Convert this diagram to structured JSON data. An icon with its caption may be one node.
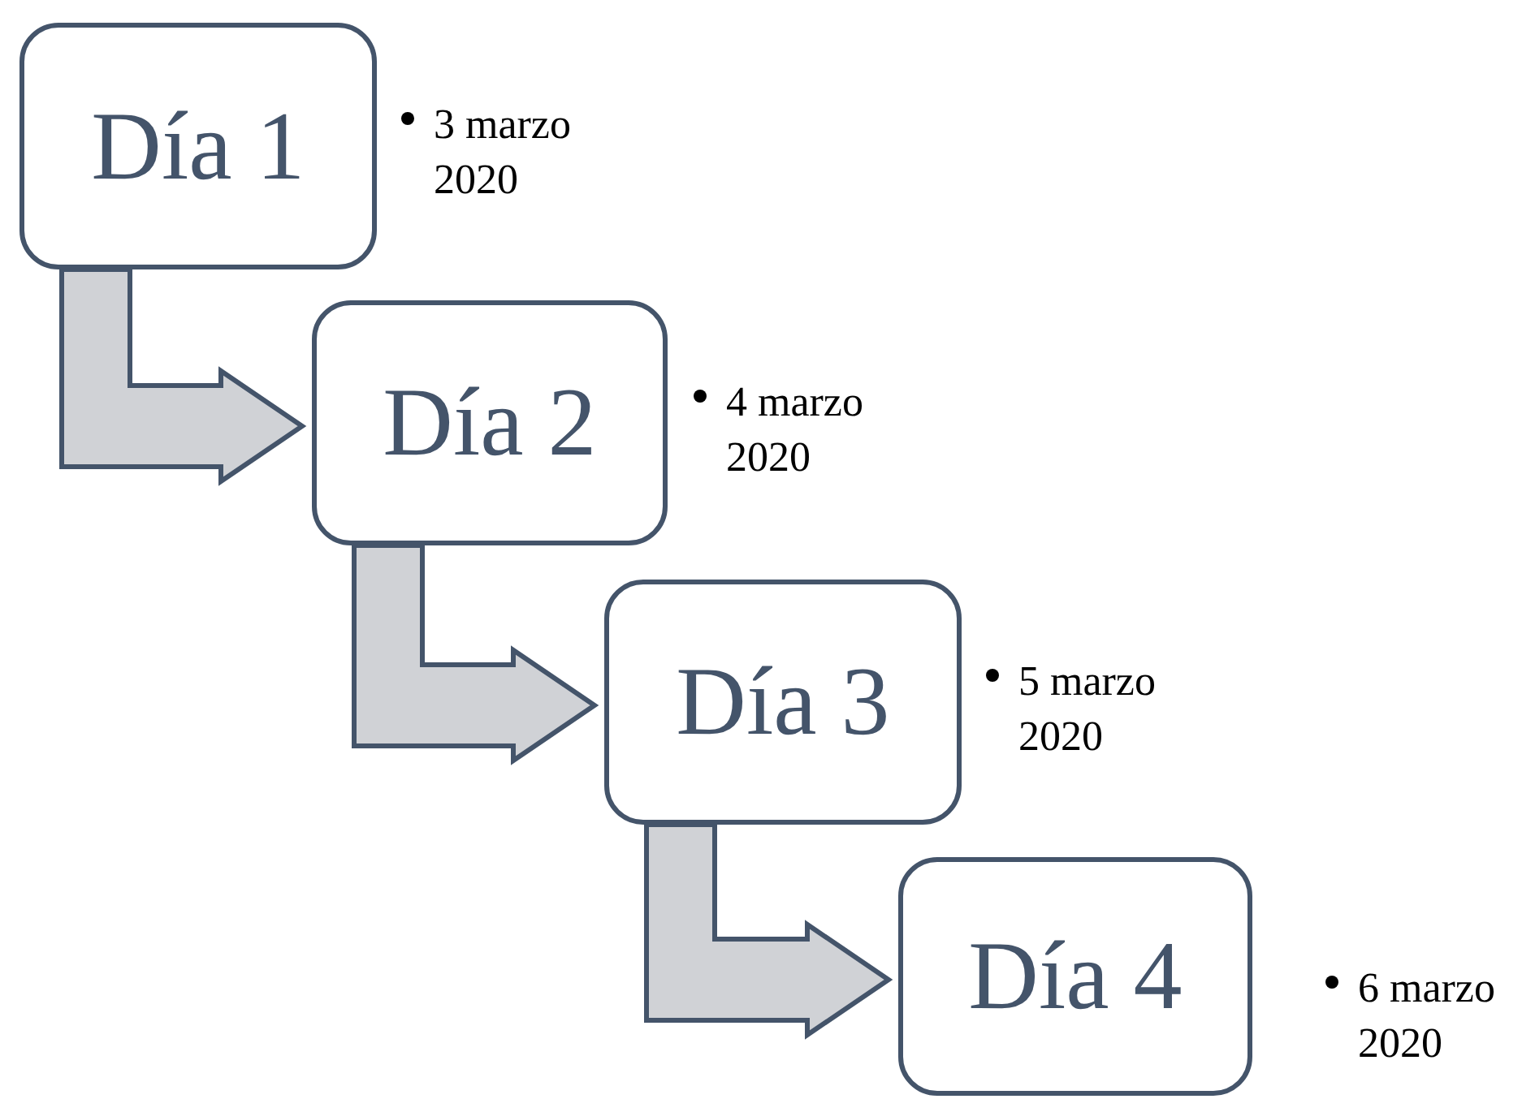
{
  "diagram": {
    "nodes": [
      {
        "text": [
          "Día 1"
        ],
        "beside": [
          "3 marzo 2020"
        ]
      },
      {
        "text": [
          "Día 2"
        ],
        "beside": [
          "4 marzo 2020"
        ]
      },
      {
        "text": [
          "Día 3"
        ],
        "beside": [
          "5 marzo 2020"
        ]
      },
      {
        "text": [
          "Día 4"
        ],
        "beside": [
          "6 marzo 2020"
        ]
      }
    ],
    "edges": [
      {
        "from": 0,
        "to": 1,
        "arrow": "to",
        "style": "thick"
      },
      {
        "from": 1,
        "to": 2,
        "arrow": "to",
        "style": "thick"
      },
      {
        "from": 2,
        "to": 3,
        "arrow": "to",
        "style": "thick"
      }
    ]
  }
}
